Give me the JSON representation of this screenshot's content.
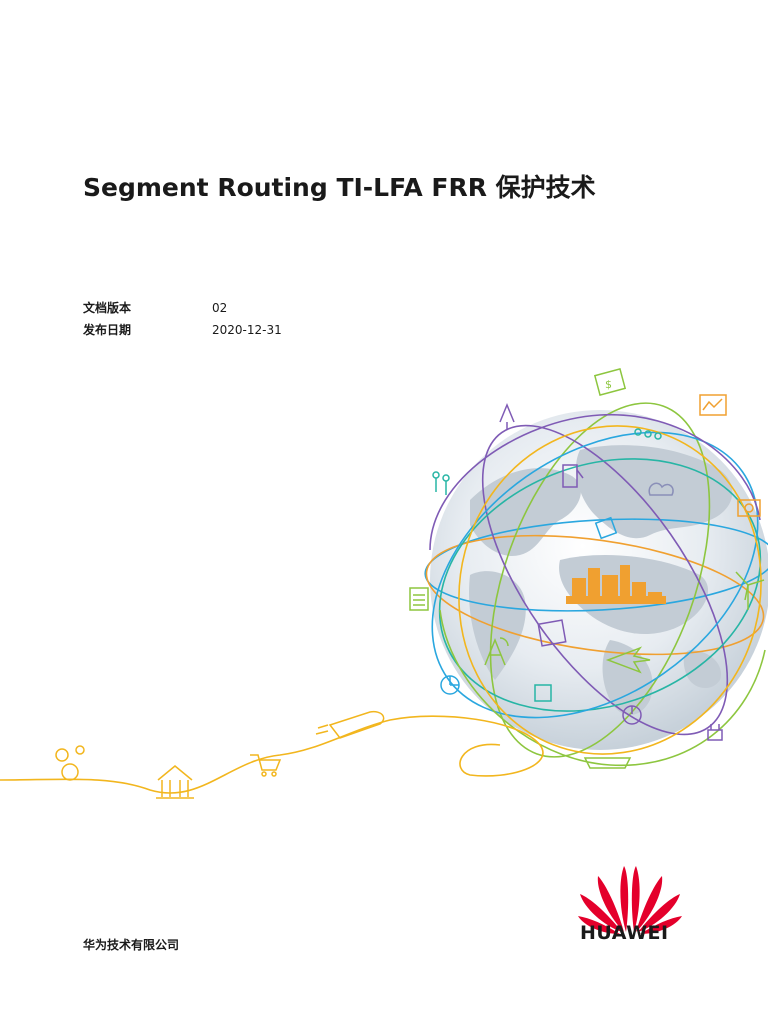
{
  "document": {
    "title": "Segment Routing TI-LFA FRR 保护技术",
    "meta": [
      {
        "label": "文档版本",
        "value": "02"
      },
      {
        "label": "发布日期",
        "value": "2020-12-31"
      }
    ],
    "company": "华为技术有限公司"
  },
  "brand": {
    "name": "HUAWEI",
    "logo_color": "#e4002b"
  },
  "illustration": {
    "icons": [
      "dollar-icon",
      "chart-icon",
      "tree-icon",
      "people-icon",
      "fuel-pump-icon",
      "cloud-icon",
      "camera-icon",
      "city-icon",
      "wind-turbine-icon",
      "document-icon",
      "tower-icon",
      "pie-chart-icon",
      "airplane-icon",
      "power-icon",
      "plug-icon",
      "train-icon",
      "cart-icon",
      "bank-icon",
      "gears-icon",
      "ship-icon"
    ],
    "colors": {
      "globe": "#c9d3dc",
      "orange": "#f0a030",
      "green": "#8dc63f",
      "blue": "#2aa7df",
      "teal": "#27b5a5",
      "purple": "#7f5bb5",
      "yellow": "#f2b61e"
    }
  }
}
